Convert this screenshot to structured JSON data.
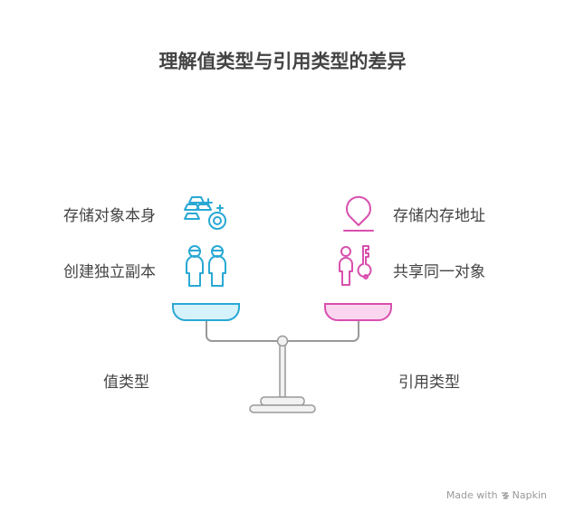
{
  "title": "理解值类型与引用类型的差异",
  "left": {
    "category": "值类型",
    "color": "#29a8d4",
    "fill": "#d6f2fb",
    "items": [
      {
        "label": "存储对象本身",
        "icon": "gold-bars-coin-icon"
      },
      {
        "label": "创建独立副本",
        "icon": "two-people-icon"
      }
    ]
  },
  "right": {
    "category": "引用类型",
    "color": "#d94fae",
    "fill": "#fbd7ef",
    "items": [
      {
        "label": "存储内存地址",
        "icon": "location-pin-icon"
      },
      {
        "label": "共享同一对象",
        "icon": "person-key-icon"
      }
    ]
  },
  "footer": {
    "prefix": "Made with",
    "brand": "Napkin"
  }
}
